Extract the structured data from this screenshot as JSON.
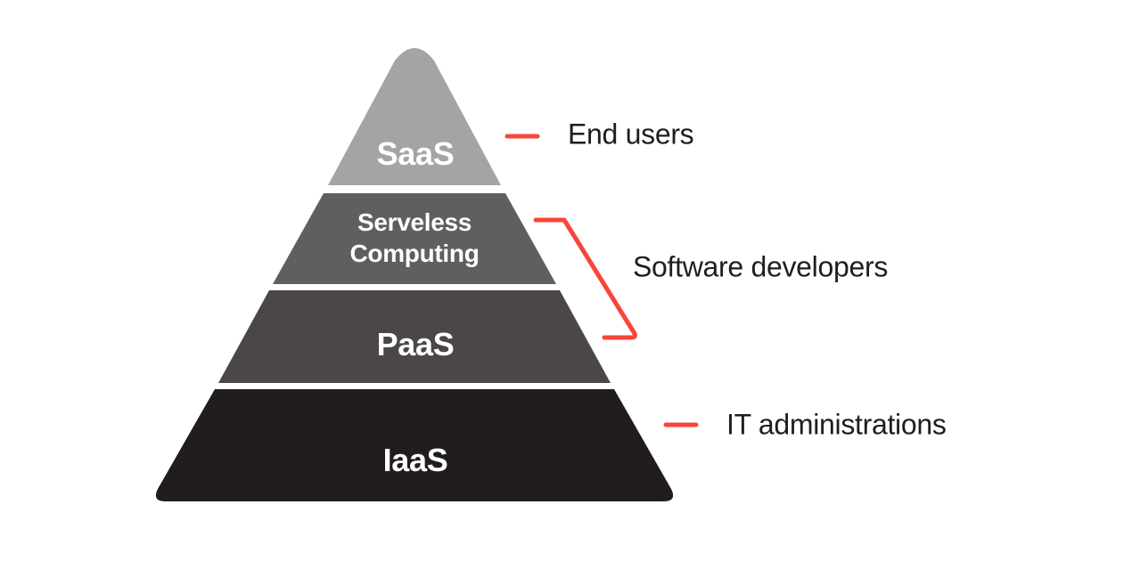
{
  "background_color": "#ffffff",
  "pyramid": {
    "layers": [
      {
        "label": "SaaS",
        "color": "#a5a3a6",
        "text_color": "#ffffff"
      },
      {
        "label": "Serveless Computing",
        "color": "#615e60",
        "text_color": "#ffffff"
      },
      {
        "label": "PaaS",
        "color": "#4b4749",
        "text_color": "#ffffff"
      },
      {
        "label": "IaaS",
        "color": "#211d1f",
        "text_color": "#ffffff"
      }
    ]
  },
  "annotations": {
    "accent_color": "#f9453a",
    "text_color": "#211d1f",
    "items": [
      {
        "label": "End users",
        "connector": "dash",
        "points_to": "SaaS"
      },
      {
        "label": "Software developers",
        "connector": "bracket",
        "points_to": "Serveless Computing + PaaS"
      },
      {
        "label": "IT administrations",
        "connector": "dash",
        "points_to": "IaaS"
      }
    ]
  }
}
